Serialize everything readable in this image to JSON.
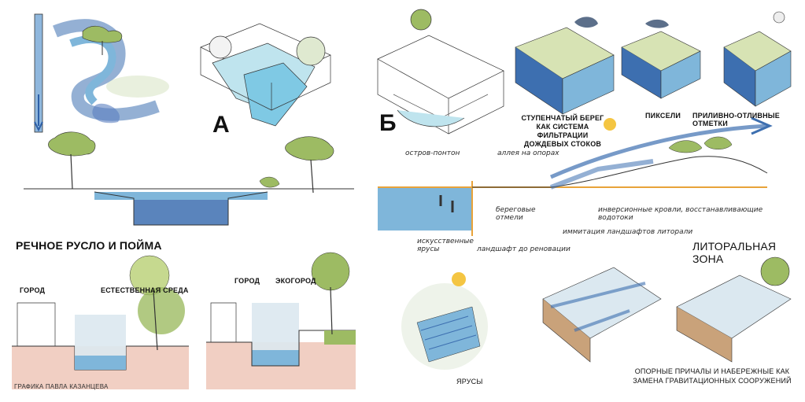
{
  "left_panel": {
    "letter": "А",
    "title": "РЕЧНОЕ РУСЛО И ПОЙМА",
    "sketch1": {
      "label_city": "ГОРОД",
      "label_nature": "ЕСТЕСТВЕННАЯ СРЕДА"
    },
    "sketch2": {
      "label_city": "ГОРОД",
      "label_eco": "ЭКОГОРОД"
    },
    "credit": "ГРАФИКА ПАВЛА КАЗАНЦЕВА"
  },
  "right_panel": {
    "letter": "Б",
    "label_stepped": "СТУПЕНЧАТЫЙ БЕРЕГ КАК СИСТЕМА ФИЛЬТРАЦИИ ДОЖДЕВЫХ СТОКОВ",
    "label_pixels": "ПИКСЕЛИ",
    "label_tidal": "ПРИЛИВНО-ОТЛИВНЫЕ ОТМЕТКИ",
    "section_notes": {
      "island": "остров-понтон",
      "alley": "аллея на опорах",
      "shore_marks": "береговые отмели",
      "artificial_tiers": "искусственные ярусы",
      "landscape": "ландшафт до реновации",
      "inversion_roofs": "инверсионные кровли, восстанавливающие водотоки",
      "imitation": "иммитация ландшафтов литорали"
    },
    "title": "ЛИТОРАЛЬНАЯ ЗОНА",
    "label_tiers": "ЯРУСЫ",
    "label_piers": "ОПОРНЫЕ ПРИЧАЛЫ И НАБЕРЕЖНЫЕ КАК ЗАМЕНА ГРАВИТАЦИОННЫХ СООРУЖЕНИЙ"
  },
  "colors": {
    "water": "#7fb6da",
    "water_dark": "#3d6fb0",
    "ground": "#efc7b8",
    "tree": "#9dbb63",
    "accent": "#e8a33a",
    "sun": "#f4c542"
  }
}
